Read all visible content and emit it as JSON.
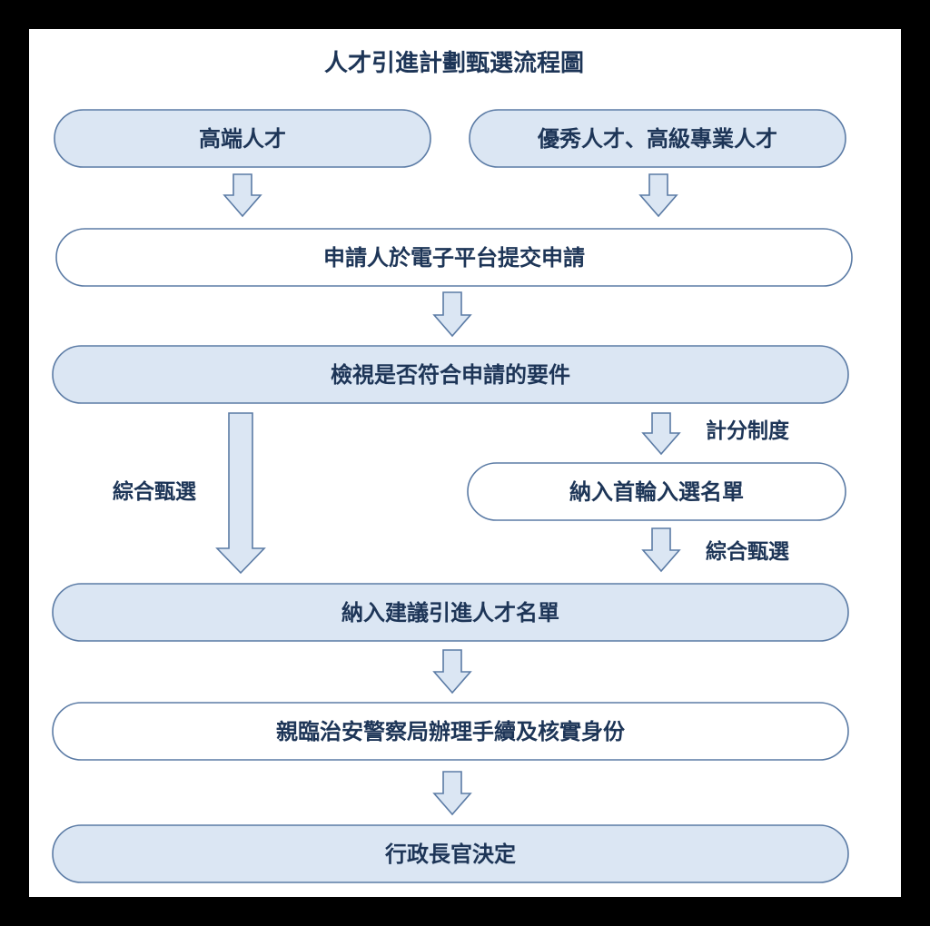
{
  "title": "人才引進計劃甄選流程圖",
  "colors": {
    "filled": "#dbe6f3",
    "stroke": "#5b7ba5",
    "text": "#1d3557",
    "background": "#ffffff",
    "border": "#000000"
  },
  "nodes": {
    "top_left": "高端人才",
    "top_right": "優秀人才、高級專業人才",
    "submit": "申請人於電子平台提交申請",
    "check": "檢視是否符合申請的要件",
    "first_round": "納入首輪入選名單",
    "recommended": "納入建議引進人才名單",
    "police": "親臨治安警察局辦理手續及核實身份",
    "decision": "行政長官決定"
  },
  "edge_labels": {
    "scoring": "計分制度",
    "comprehensive_left": "綜合甄選",
    "comprehensive_right": "綜合甄選"
  }
}
